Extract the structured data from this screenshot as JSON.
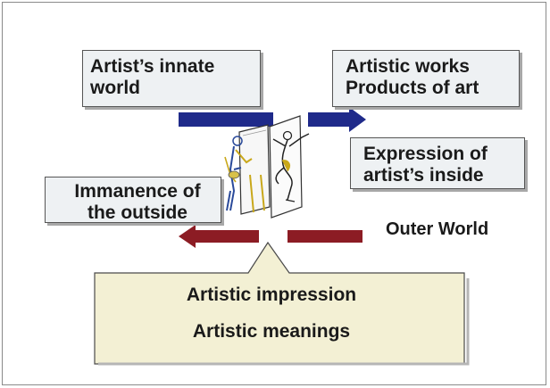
{
  "boxes": {
    "innate": {
      "line1": "Artist’s innate",
      "line2": "world"
    },
    "works": {
      "line1": "Artistic works",
      "line2": "Products of art"
    },
    "expression": {
      "line1": "Expression of",
      "line2": "artist’s inside"
    },
    "immanence": {
      "line1": "Immanence of",
      "line2": "the outside"
    }
  },
  "outer_world": "Outer World",
  "callout": {
    "line1": "Artistic impression",
    "line2": "Artistic meanings"
  },
  "colors": {
    "arrow_blue": "#1f2a8a",
    "arrow_red": "#8c1c24",
    "box_fill": "#eef1f3",
    "callout_fill": "#f3f0d4"
  },
  "icons": [
    "painter-canvas-icon",
    "dancer-canvas-icon"
  ]
}
